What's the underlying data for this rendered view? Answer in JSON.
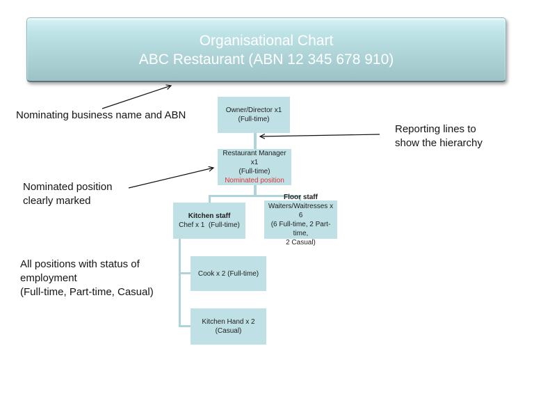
{
  "banner": {
    "line1": "Organisational Chart",
    "line2": "ABC Restaurant (ABN 12 345 678 910)"
  },
  "org_chart": {
    "nodes": [
      {
        "id": "owner-director",
        "lines": [
          "Owner/Director x1",
          "(Full-time)"
        ],
        "reports_to": null
      },
      {
        "id": "restaurant-manager",
        "lines": [
          "Restaurant Manager x1",
          "(Full-time)"
        ],
        "nominated_label": "Nominated position",
        "reports_to": "owner-director"
      },
      {
        "id": "kitchen-staff",
        "title": "Kitchen staff",
        "lines": [
          "Chef x 1  (Full-time)"
        ],
        "reports_to": "restaurant-manager"
      },
      {
        "id": "floor-staff",
        "title": "Floor staff",
        "lines": [
          "Waiters/Waitresses x 6",
          "(6 Full-time, 2 Part-time,",
          "2 Casual)"
        ],
        "reports_to": "restaurant-manager"
      },
      {
        "id": "cook",
        "lines": [
          "Cook x 2 (Full-time)"
        ],
        "reports_to": "kitchen-staff"
      },
      {
        "id": "kitchen-hand",
        "lines": [
          "Kitchen Hand x 2",
          "(Casual)"
        ],
        "reports_to": "kitchen-staff"
      }
    ]
  },
  "annotations": {
    "nominating_line1": "Nominating business name and ABN",
    "reporting_line1": "Reporting lines to",
    "reporting_line2": "show the hierarchy",
    "nominated_line1": "Nominated position",
    "nominated_line2": "clearly marked",
    "positions_line1": "All positions with status of",
    "positions_line2": "employment",
    "positions_line3": "(Full-time, Part-time, Casual)"
  },
  "colors": {
    "banner_gradient_top": "#d8f3f5",
    "banner_gradient_bottom": "#9cc2c6",
    "banner_text": "#ffffff",
    "node_fill": "#bfe0e4",
    "connector": "#aed3d8",
    "nominated_text": "#dd3a3a",
    "annotation_text": "#141414"
  }
}
